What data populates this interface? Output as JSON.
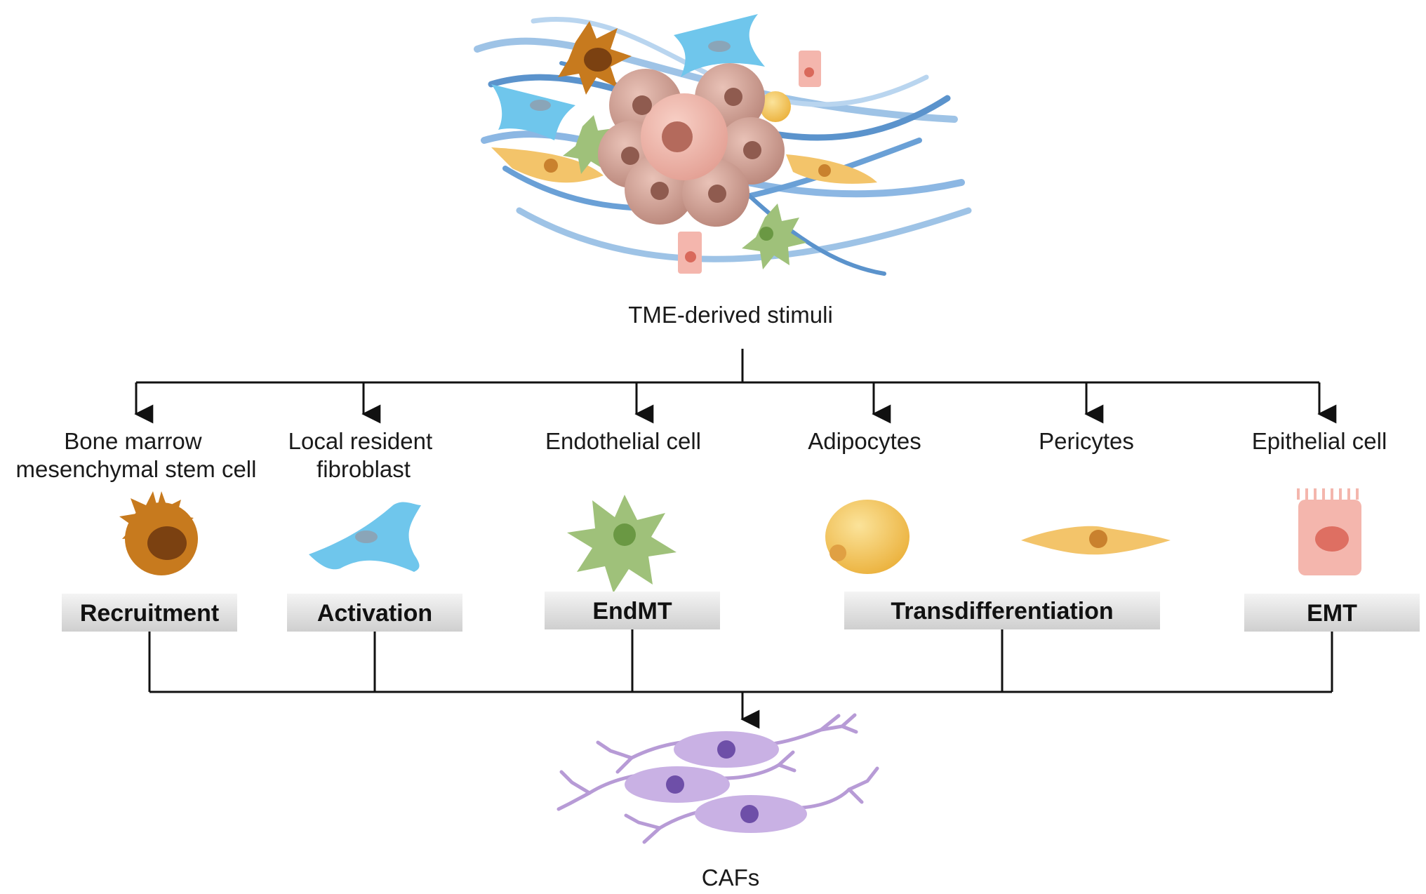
{
  "source": {
    "label": "TME-derived stimuli",
    "illustration": "tumor-microenvironment-icon"
  },
  "cell_types": [
    {
      "lines": [
        "Bone marrow",
        "mesenchymal stem cell"
      ],
      "icon": "mesenchymal-stem-cell-icon",
      "color": "#c77a1e"
    },
    {
      "lines": [
        "Local resident",
        "fibroblast"
      ],
      "icon": "fibroblast-icon",
      "color": "#6fc6ec"
    },
    {
      "lines": [
        "Endothelial cell"
      ],
      "icon": "endothelial-cell-icon",
      "color": "#9fc17a"
    },
    {
      "lines": [
        "Adipocytes"
      ],
      "icon": "adipocyte-icon",
      "color": "#f3c14f"
    },
    {
      "lines": [
        "Pericytes"
      ],
      "icon": "pericyte-icon",
      "color": "#f3c46a"
    },
    {
      "lines": [
        "Epithelial cell"
      ],
      "icon": "epithelial-cell-icon",
      "color": "#f4b6ad"
    }
  ],
  "processes": [
    {
      "label": "Recruitment"
    },
    {
      "label": "Activation"
    },
    {
      "label": "EndMT"
    },
    {
      "label": "Transdifferentiation"
    },
    {
      "label": "EMT"
    }
  ],
  "target": {
    "label": "CAFs",
    "illustration": "caf-cells-icon",
    "color": "#b79bd6"
  }
}
